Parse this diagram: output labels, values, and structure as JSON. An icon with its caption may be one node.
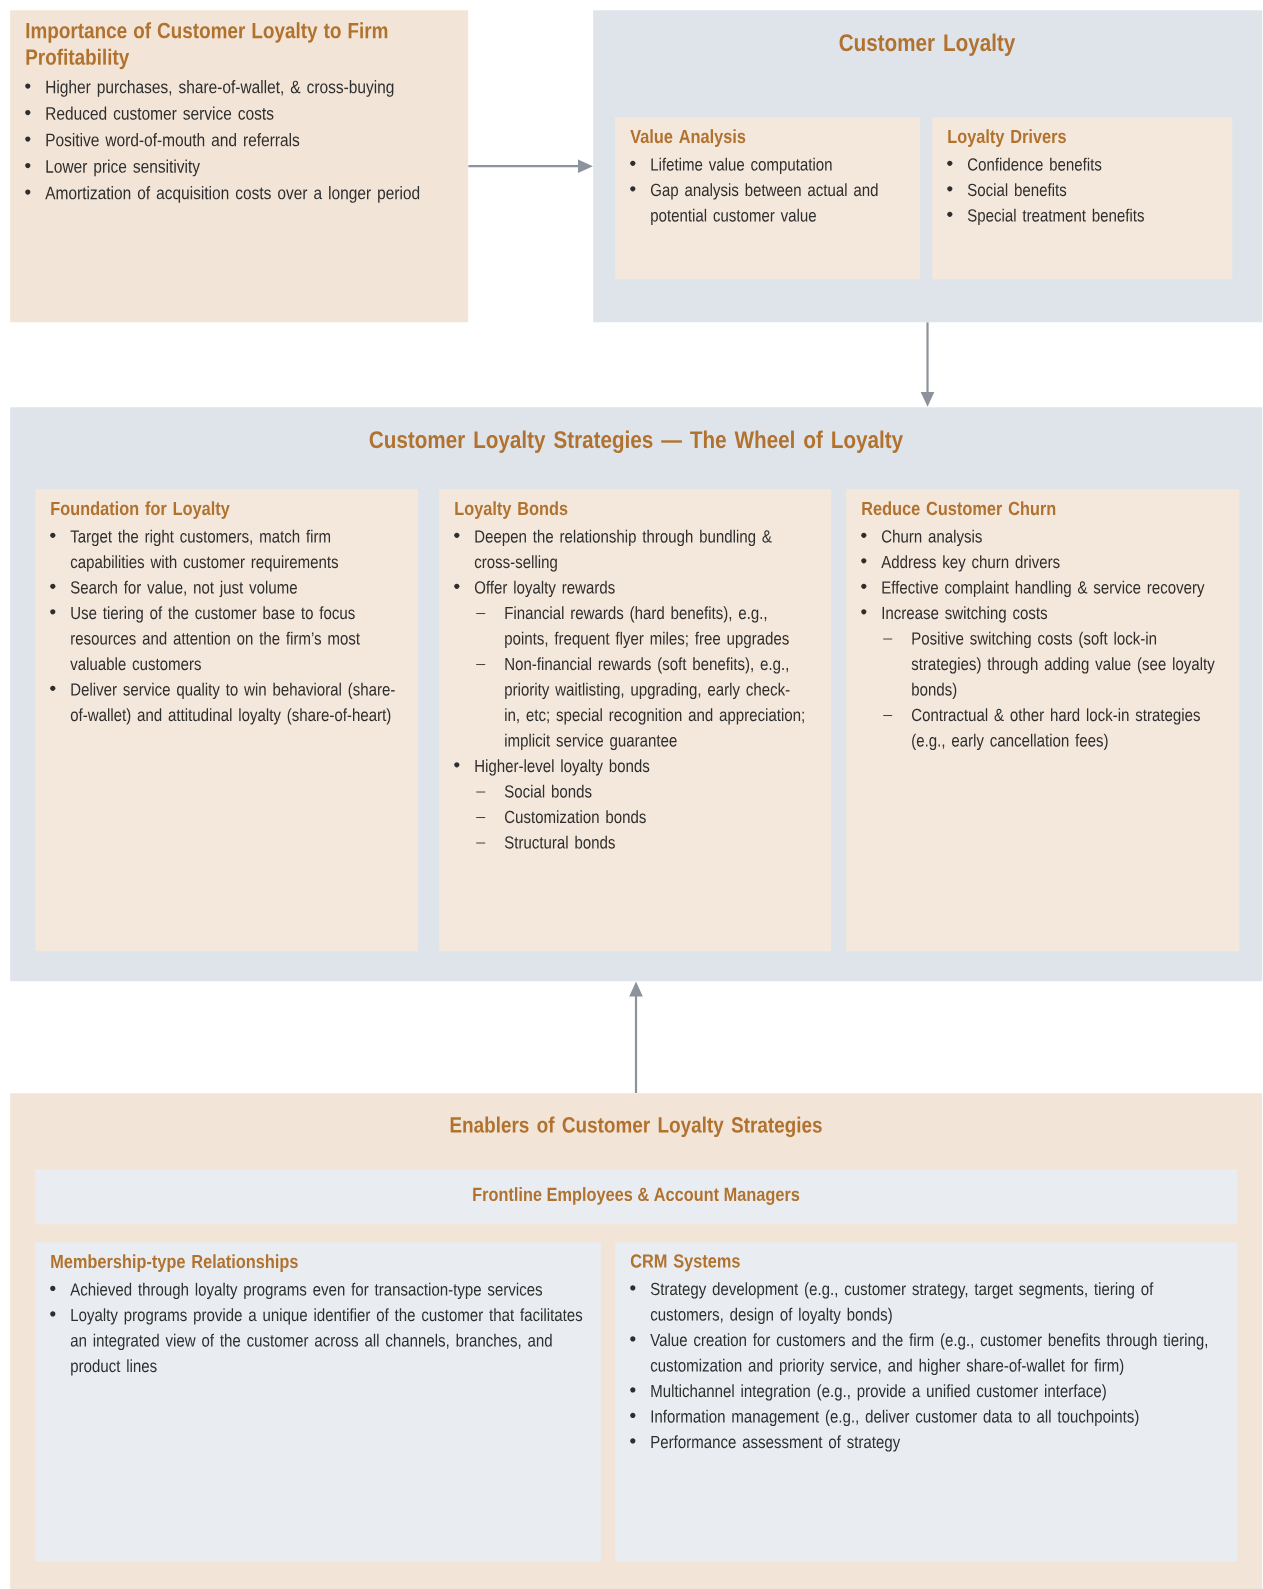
{
  "diagram": {
    "nodes": [
      {
        "text": [
          "Importance of Customer Loyalty to Firm Profitability",
          "Higher purchases, share-of-wallet, & cross-buying",
          "Reduced customer service costs",
          "Positive word-of-mouth and referrals",
          "Lower price sensitivity",
          "Amortization of acquisition costs over a longer period"
        ]
      },
      {
        "text": [
          "Customer Loyalty"
        ]
      },
      {
        "text": [
          "Value Analysis",
          "Lifetime value computation",
          "Gap analysis between actual and potential customer value"
        ],
        "in": 1
      },
      {
        "text": [
          "Loyalty Drivers",
          "Confidence benefits",
          "Social benefits",
          "Special treatment benefits"
        ],
        "in": 1
      },
      {
        "text": [
          "Customer Loyalty Strategies — The Wheel of Loyalty"
        ]
      },
      {
        "text": [
          "Foundation for Loyalty",
          "Target the right customers, match firm capabilities with customer requirements",
          "Search for value, not just volume",
          "Use tiering of the customer base to focus resources and attention on the firm’s most valuable customers",
          "Deliver service quality to win behavioral (share-of-wallet) and attitudinal loyalty (share-of-heart)"
        ],
        "in": 4
      },
      {
        "text": [
          "Loyalty Bonds",
          "Deepen the relationship through bundling & cross-selling",
          "Offer loyalty rewards",
          "Financial rewards (hard benefits), e.g., points, frequent flyer miles; free upgrades",
          "Non-financial rewards (soft benefits), e.g., priority waitlisting, upgrading, early check-in, etc; special recognition and appreciation; implicit service guarantee",
          "Higher-level loyalty bonds",
          "Social bonds",
          "Customization bonds",
          "Structural bonds"
        ],
        "in": 4
      },
      {
        "text": [
          "Reduce Customer Churn",
          "Churn analysis",
          "Address key churn drivers",
          "Effective complaint handling & service recovery",
          "Increase switching costs",
          "Positive switching costs (soft lock-in strategies) through adding value (see loyalty bonds)",
          "Contractual & other hard lock-in strategies (e.g., early cancellation fees)"
        ],
        "in": 4
      },
      {
        "text": [
          "Enablers of Customer Loyalty Strategies"
        ]
      },
      {
        "text": [
          "Frontline Employees & Account Managers"
        ],
        "in": 8
      },
      {
        "text": [
          "Membership-type Relationships",
          "Achieved through loyalty programs even for transaction-type services",
          "Loyalty programs provide a unique identifier of the customer that facilitates an integrated view of the customer across all channels, branches, and product lines"
        ],
        "in": 8
      },
      {
        "text": [
          "CRM Systems",
          "Strategy development (e.g., customer strategy, target segments, tiering of customers, design of loyalty bonds)",
          "Value creation for customers and the firm (e.g., customer benefits through tiering, customization and priority service, and higher share-of-wallet for firm)",
          "Multichannel integration (e.g., provide a unified customer interface)",
          "Information management (e.g., deliver customer data to all touchpoints)",
          "Performance assessment of strategy"
        ],
        "in": 8
      }
    ],
    "edges": [
      {
        "from": 0,
        "to": 1,
        "arrow": "to"
      },
      {
        "from": 1,
        "to": 4,
        "arrow": "to"
      },
      {
        "from": 8,
        "to": 4,
        "arrow": "to"
      }
    ]
  }
}
